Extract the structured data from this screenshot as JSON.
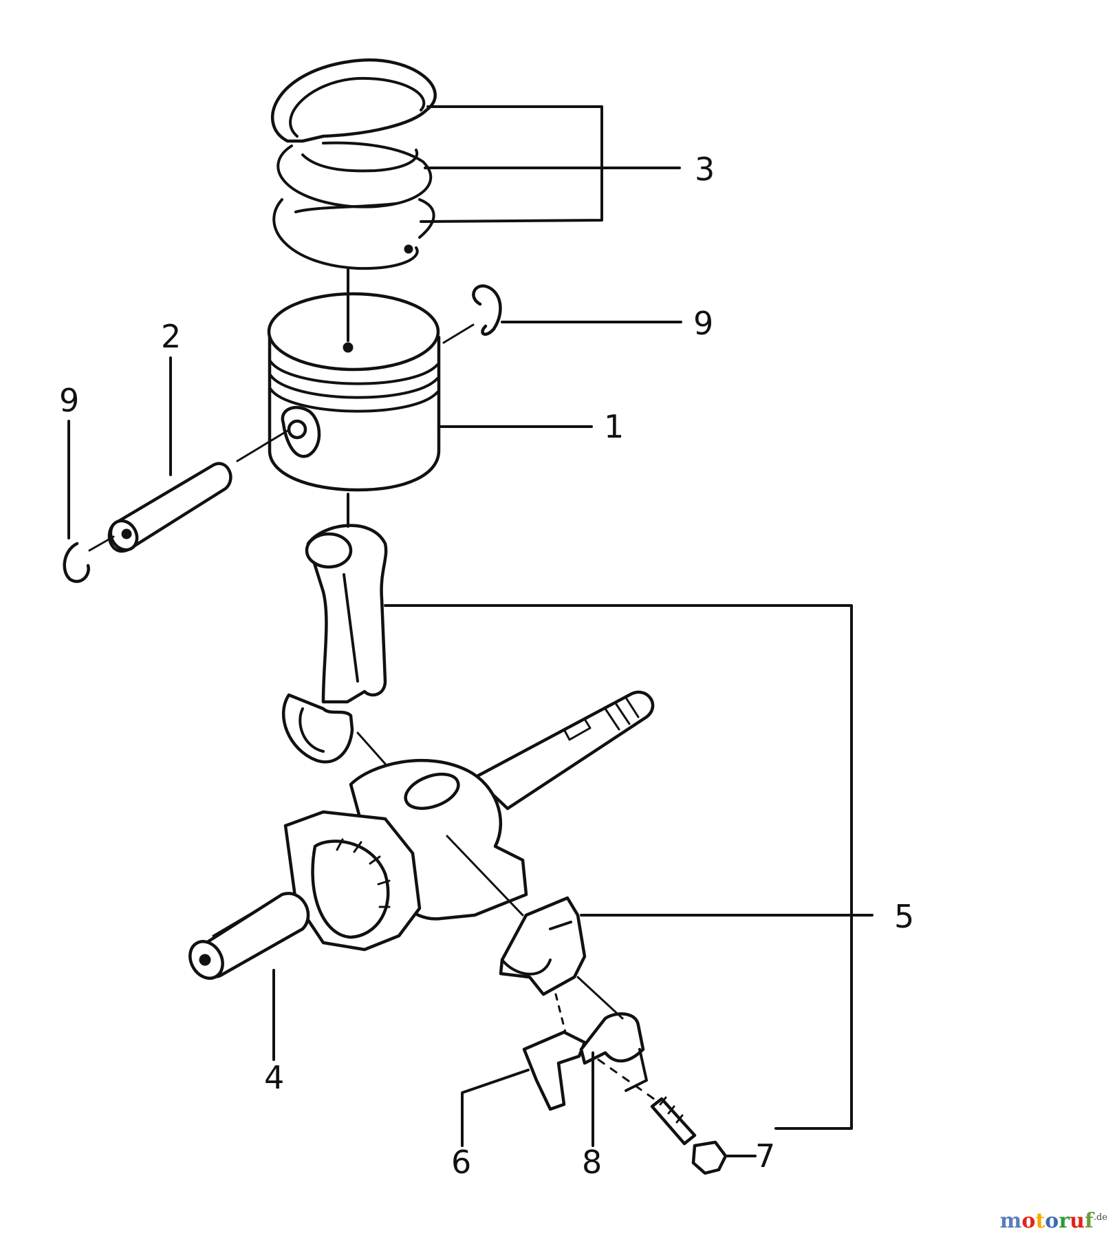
{
  "labels": {
    "piston": "1",
    "piston_pin": "2",
    "piston_rings": "3",
    "crankshaft": "4",
    "connecting_rod": "5",
    "dipper": "6",
    "bolt": "7",
    "lock_plate": "8",
    "circlip_right": "9",
    "circlip_left": "9"
  },
  "watermark": {
    "m": "m",
    "o1": "o",
    "t": "t",
    "o2": "o",
    "r": "r",
    "u": "u",
    "f": "f",
    "suffix": ".de"
  },
  "watermark_colors": [
    "#5a7bbf",
    "#e2231a",
    "#f6a800",
    "#3b6bb5",
    "#2e9b3a",
    "#e2231a",
    "#6a9c3c"
  ]
}
